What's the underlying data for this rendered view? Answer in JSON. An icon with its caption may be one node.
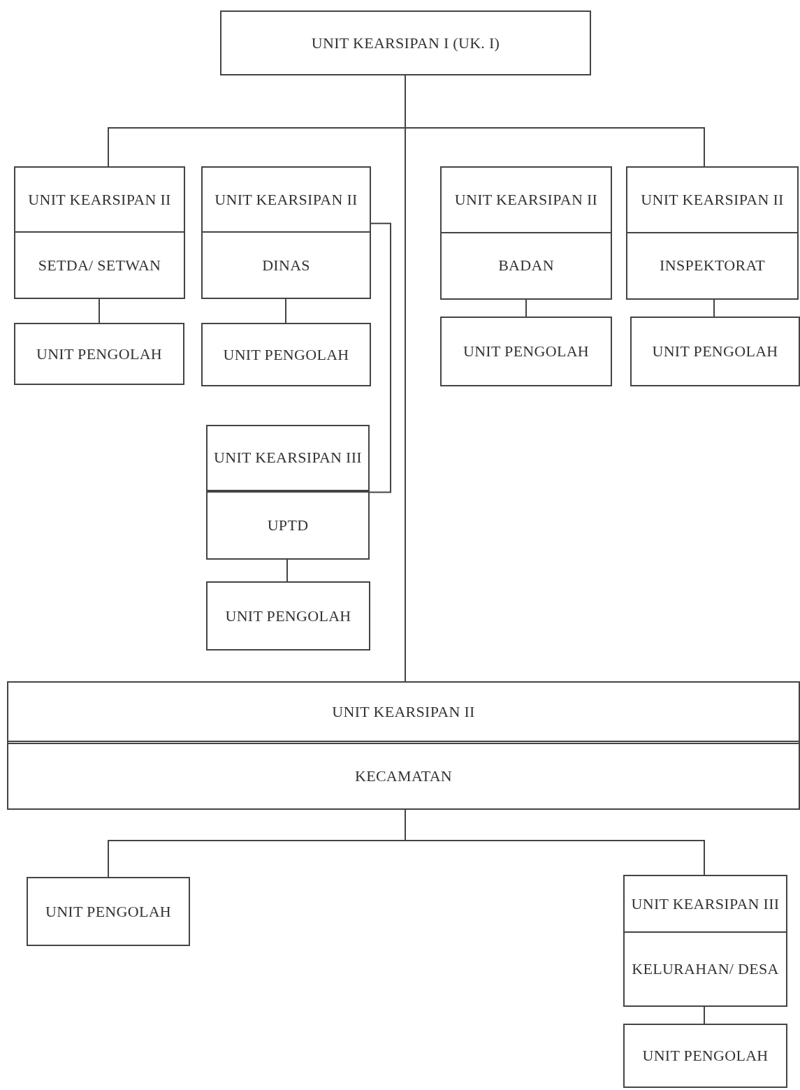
{
  "diagram": {
    "nodes": [
      {
        "text": [
          "UNIT KEARSIPAN I (UK. I)"
        ]
      },
      {
        "text": [
          "UNIT KEARSIPAN II",
          "SETDA/ SETWAN"
        ]
      },
      {
        "text": [
          "UNIT PENGOLAH"
        ]
      },
      {
        "text": [
          "UNIT KEARSIPAN II",
          "DINAS"
        ]
      },
      {
        "text": [
          "UNIT PENGOLAH"
        ]
      },
      {
        "text": [
          "UNIT KEARSIPAN III",
          "UPTD"
        ]
      },
      {
        "text": [
          "UNIT PENGOLAH"
        ]
      },
      {
        "text": [
          "UNIT KEARSIPAN II",
          "BADAN"
        ]
      },
      {
        "text": [
          "UNIT PENGOLAH"
        ]
      },
      {
        "text": [
          "UNIT KEARSIPAN II",
          "INSPEKTORAT"
        ]
      },
      {
        "text": [
          "UNIT PENGOLAH"
        ]
      },
      {
        "text": [
          "UNIT KEARSIPAN II",
          "KECAMATAN"
        ]
      },
      {
        "text": [
          "UNIT PENGOLAH"
        ]
      },
      {
        "text": [
          "UNIT KEARSIPAN III",
          "KELURAHAN/ DESA"
        ]
      },
      {
        "text": [
          "UNIT PENGOLAH"
        ]
      }
    ],
    "edges": [
      {
        "from": 0,
        "to": 1,
        "arrow": "none"
      },
      {
        "from": 0,
        "to": 9,
        "arrow": "none"
      },
      {
        "from": 0,
        "to": 11,
        "arrow": "none"
      },
      {
        "from": 1,
        "to": 2,
        "arrow": "none"
      },
      {
        "from": 3,
        "to": 4,
        "arrow": "none"
      },
      {
        "from": 3,
        "to": 5,
        "arrow": "none"
      },
      {
        "from": 5,
        "to": 6,
        "arrow": "none"
      },
      {
        "from": 7,
        "to": 8,
        "arrow": "none"
      },
      {
        "from": 9,
        "to": 10,
        "arrow": "none"
      },
      {
        "from": 11,
        "to": 12,
        "arrow": "none"
      },
      {
        "from": 11,
        "to": 13,
        "arrow": "none"
      },
      {
        "from": 13,
        "to": 14,
        "arrow": "none"
      }
    ]
  }
}
